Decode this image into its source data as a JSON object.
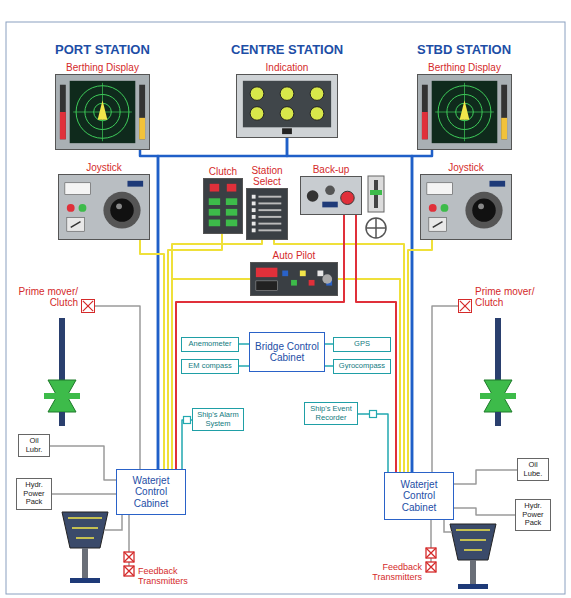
{
  "diagram": {
    "nodes": [
      {
        "text": [
          "Berthing Display"
        ]
      },
      {
        "text": [
          "Indication"
        ]
      },
      {
        "text": [
          "Berthing Display"
        ]
      },
      {
        "text": [
          "Joystick"
        ]
      },
      {
        "text": [
          "Clutch"
        ]
      },
      {
        "text": [
          "Station Select"
        ]
      },
      {
        "text": [
          "Back-up"
        ]
      },
      {
        "text": [
          "Joystick"
        ]
      },
      {
        "text": [
          "Auto Pilot"
        ]
      },
      {
        "text": [
          "Prime mover/ Clutch"
        ]
      },
      {
        "text": [
          "Prime mover/ Clutch"
        ]
      },
      {
        "text": [
          "Bridge Control Cabinet"
        ]
      },
      {
        "text": [
          "Anemometer"
        ]
      },
      {
        "text": [
          "GPS"
        ]
      },
      {
        "text": [
          "EM compass"
        ]
      },
      {
        "text": [
          "Gyrocompass"
        ]
      },
      {
        "text": [
          "Ship's Alarm System"
        ]
      },
      {
        "text": [
          "Ship's Event Recorder"
        ]
      },
      {
        "text": [
          "Oil Lubr."
        ]
      },
      {
        "text": [
          "Hydr. Power Pack"
        ]
      },
      {
        "text": [
          "Waterjet Control Cabinet"
        ]
      },
      {
        "text": [
          "Waterjet Control Cabinet"
        ]
      },
      {
        "text": [
          "Oil Lube."
        ]
      },
      {
        "text": [
          "Hydr. Power Pack"
        ]
      }
    ],
    "edges": [
      {
        "from": 0,
        "to": 20,
        "arrow": "none"
      },
      {
        "from": 1,
        "to": 20,
        "arrow": "none"
      },
      {
        "from": 1,
        "to": 21,
        "arrow": "none"
      },
      {
        "from": 2,
        "to": 21,
        "arrow": "none"
      },
      {
        "from": 3,
        "to": 20,
        "arrow": "none"
      },
      {
        "from": 4,
        "to": 20,
        "arrow": "none"
      },
      {
        "from": 5,
        "to": 20,
        "arrow": "none"
      },
      {
        "from": 5,
        "to": 21,
        "arrow": "none"
      },
      {
        "from": 7,
        "to": 21,
        "arrow": "none"
      },
      {
        "from": 8,
        "to": 20,
        "arrow": "none"
      },
      {
        "from": 8,
        "to": 21,
        "arrow": "none"
      },
      {
        "from": 6,
        "to": 20,
        "arrow": "none"
      },
      {
        "from": 6,
        "to": 21,
        "arrow": "none"
      },
      {
        "from": 9,
        "to": 20,
        "arrow": "none"
      },
      {
        "from": 10,
        "to": 21,
        "arrow": "none"
      },
      {
        "from": 11,
        "to": 12,
        "arrow": "none"
      },
      {
        "from": 11,
        "to": 13,
        "arrow": "none"
      },
      {
        "from": 11,
        "to": 14,
        "arrow": "none"
      },
      {
        "from": 11,
        "to": 15,
        "arrow": "none"
      },
      {
        "from": 16,
        "to": 20,
        "arrow": "none"
      },
      {
        "from": 17,
        "to": 21,
        "arrow": "none"
      },
      {
        "from": 18,
        "to": 20,
        "arrow": "none"
      },
      {
        "from": 19,
        "to": 20,
        "arrow": "none"
      },
      {
        "from": 22,
        "to": 21,
        "arrow": "none"
      },
      {
        "from": 23,
        "to": 21,
        "arrow": "none"
      }
    ],
    "labels": [
      "PORT STATION",
      "CENTRE STATION",
      "STBD STATION",
      "Feedback Transmitters",
      "Feedback Transmitters"
    ]
  }
}
